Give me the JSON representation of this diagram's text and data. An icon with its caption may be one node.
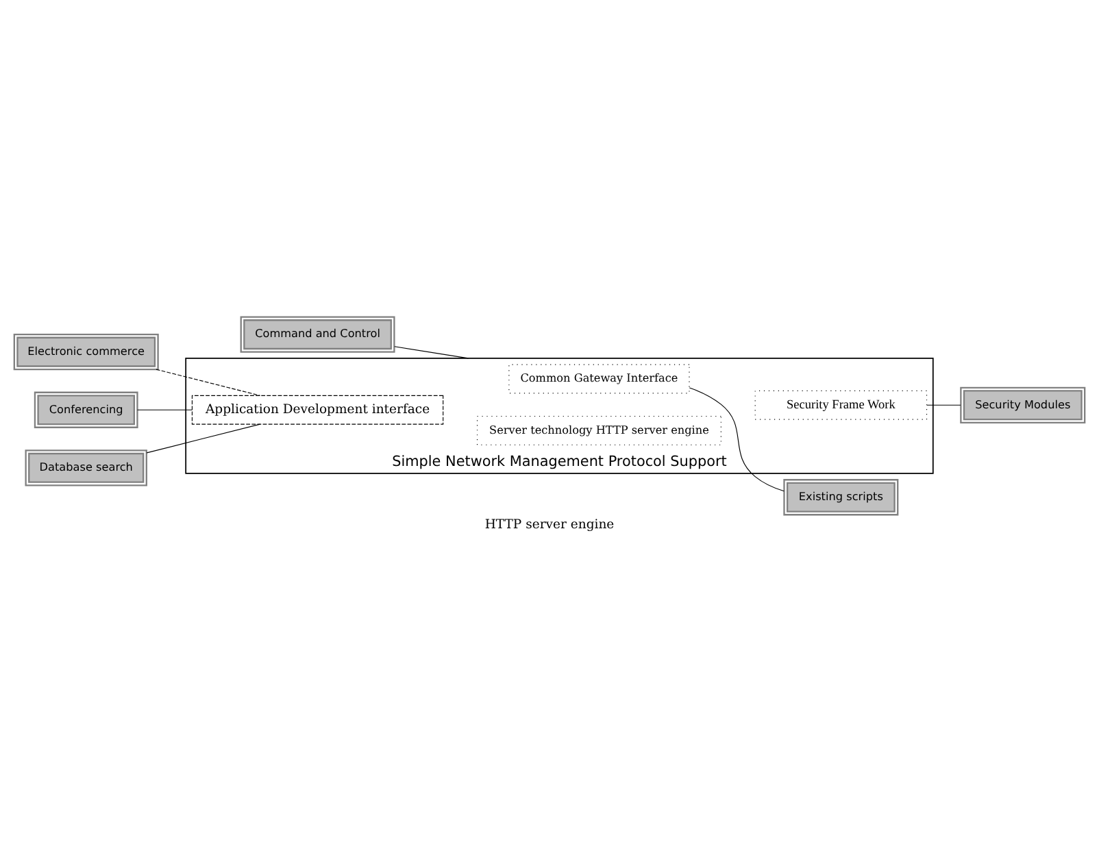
{
  "diagram": {
    "caption": "HTTP server engine",
    "nodes": [
      {
        "text": [
          "Simple Network Management Protocol Support"
        ]
      },
      {
        "text": [
          "Application Development interface"
        ],
        "in": 0
      },
      {
        "text": [
          "Server technology HTTP server engine"
        ],
        "in": 0
      },
      {
        "text": [
          "Common Gateway Interface"
        ],
        "in": 0
      },
      {
        "text": [
          "Security Frame Work"
        ],
        "in": 0
      },
      {
        "text": [
          "Command and Control"
        ]
      },
      {
        "text": [
          "Electronic commerce"
        ]
      },
      {
        "text": [
          "Conferencing"
        ]
      },
      {
        "text": [
          "Database search"
        ]
      },
      {
        "text": [
          "Security Modules"
        ]
      },
      {
        "text": [
          "Existing scripts"
        ]
      }
    ],
    "edges": [
      {
        "from": 5,
        "to": 0,
        "arrow": "none"
      },
      {
        "from": 6,
        "to": 1,
        "arrow": "none",
        "style": "dashed"
      },
      {
        "from": 7,
        "to": 1,
        "arrow": "none"
      },
      {
        "from": 8,
        "to": 1,
        "arrow": "none"
      },
      {
        "from": 4,
        "to": 9,
        "arrow": "none"
      },
      {
        "from": 3,
        "to": 10,
        "arrow": "none"
      }
    ]
  }
}
